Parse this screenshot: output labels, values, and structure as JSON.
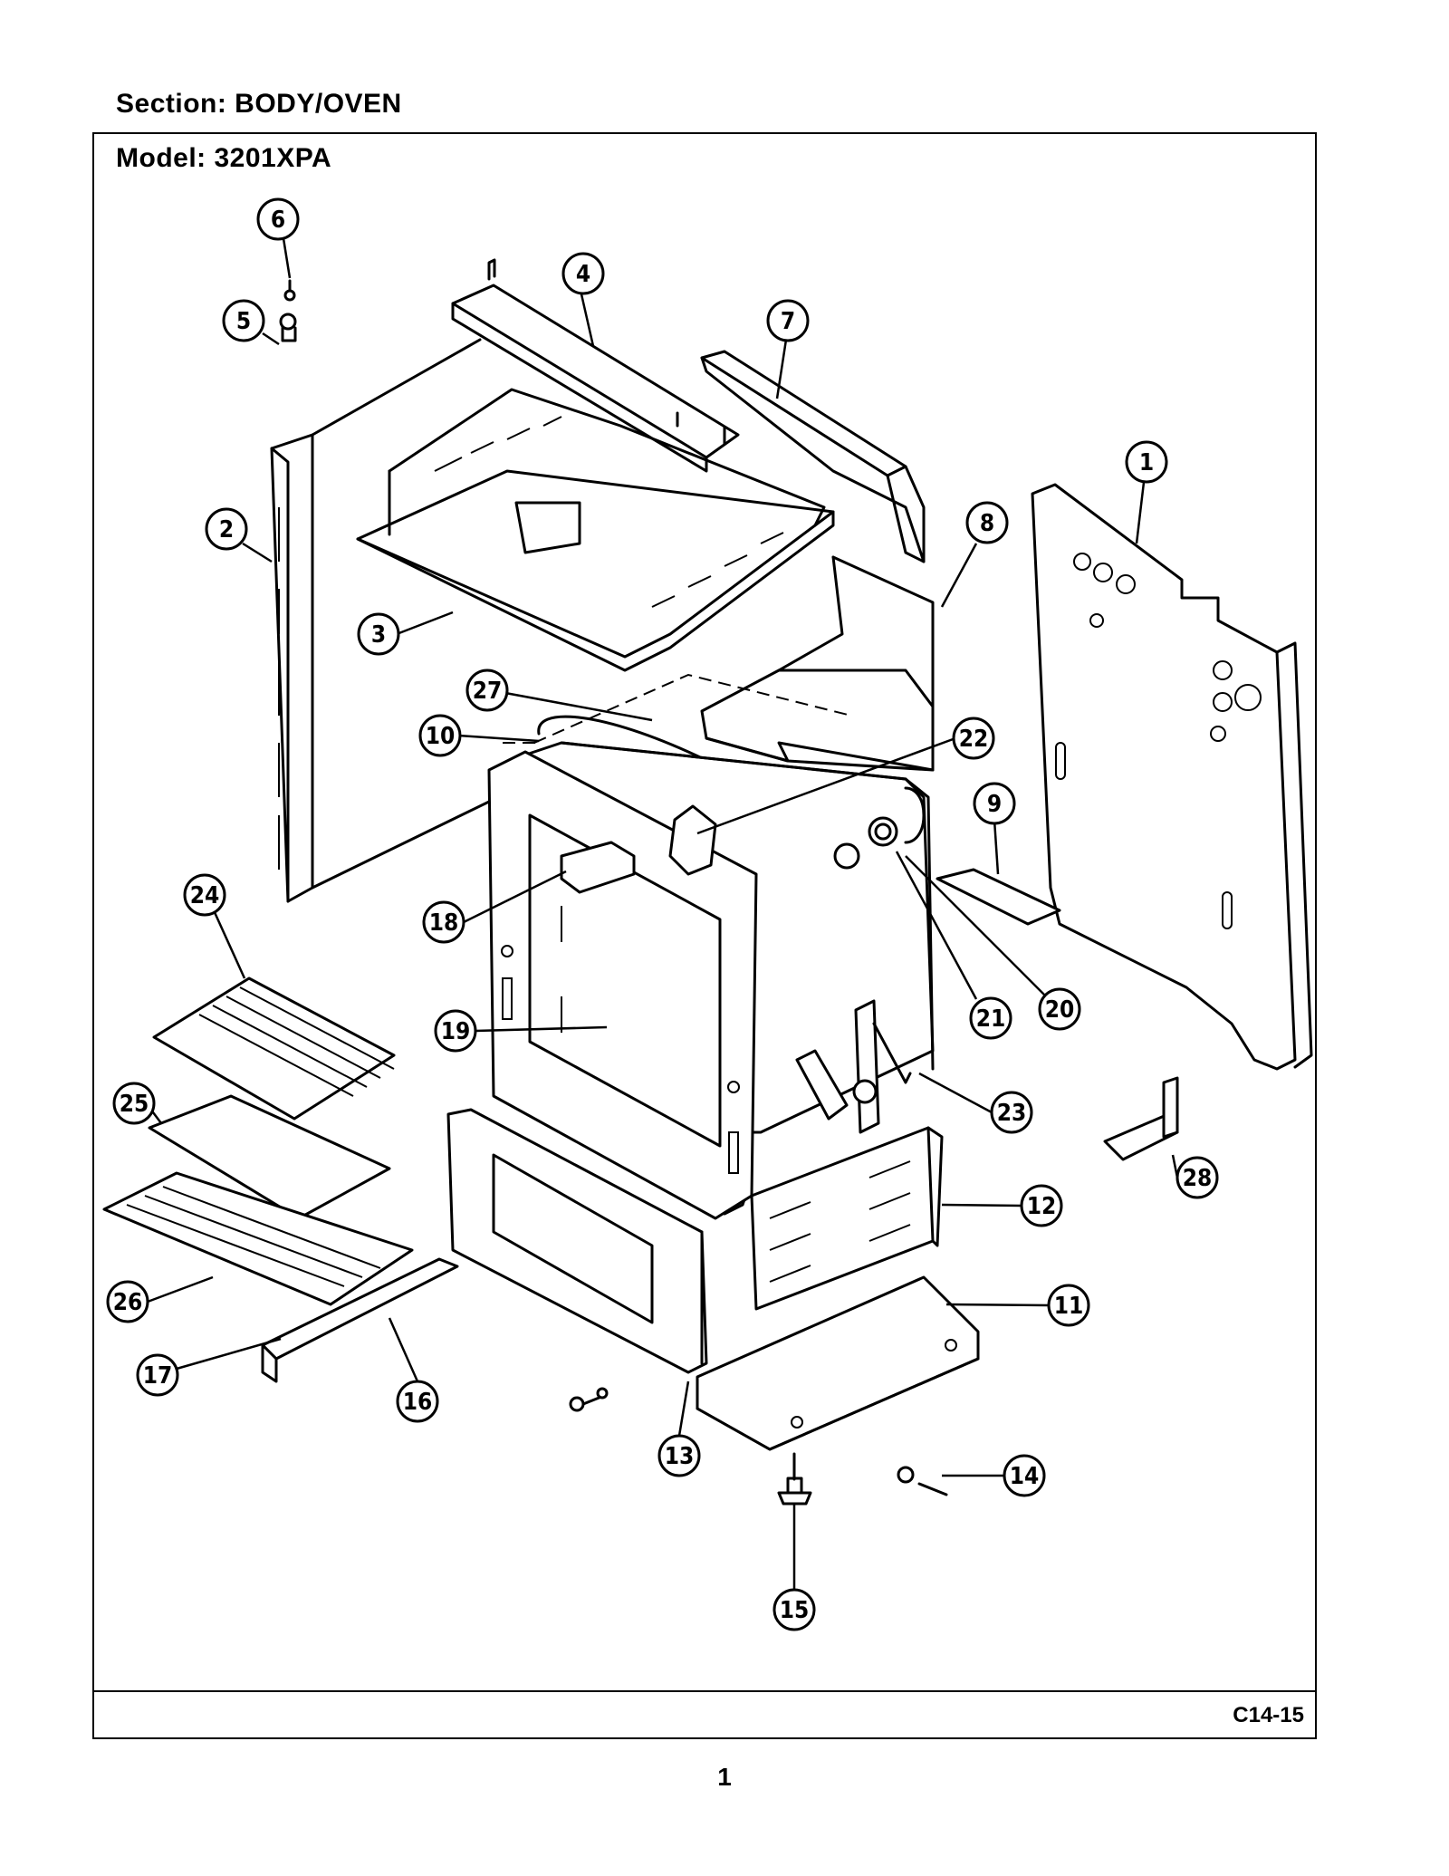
{
  "header": {
    "section": "Section:  BODY/OVEN",
    "model": "Model:  3201XPA"
  },
  "footer": {
    "diagram_code": "C14-15",
    "page_number": "1"
  },
  "callouts": [
    {
      "id": "c1",
      "label": "1"
    },
    {
      "id": "c2",
      "label": "2"
    },
    {
      "id": "c3",
      "label": "3"
    },
    {
      "id": "c4",
      "label": "4"
    },
    {
      "id": "c5",
      "label": "5"
    },
    {
      "id": "c6",
      "label": "6"
    },
    {
      "id": "c7",
      "label": "7"
    },
    {
      "id": "c8",
      "label": "8"
    },
    {
      "id": "c9",
      "label": "9"
    },
    {
      "id": "c10",
      "label": "10"
    },
    {
      "id": "c11",
      "label": "11"
    },
    {
      "id": "c12",
      "label": "12"
    },
    {
      "id": "c13",
      "label": "13"
    },
    {
      "id": "c14",
      "label": "14"
    },
    {
      "id": "c15",
      "label": "15"
    },
    {
      "id": "c16",
      "label": "16"
    },
    {
      "id": "c17",
      "label": "17"
    },
    {
      "id": "c18",
      "label": "18"
    },
    {
      "id": "c19",
      "label": "19"
    },
    {
      "id": "c20",
      "label": "20"
    },
    {
      "id": "c21",
      "label": "21"
    },
    {
      "id": "c22",
      "label": "22"
    },
    {
      "id": "c23",
      "label": "23"
    },
    {
      "id": "c24",
      "label": "24"
    },
    {
      "id": "c25",
      "label": "25"
    },
    {
      "id": "c26",
      "label": "26"
    },
    {
      "id": "c27",
      "label": "27"
    },
    {
      "id": "c28",
      "label": "28"
    }
  ]
}
